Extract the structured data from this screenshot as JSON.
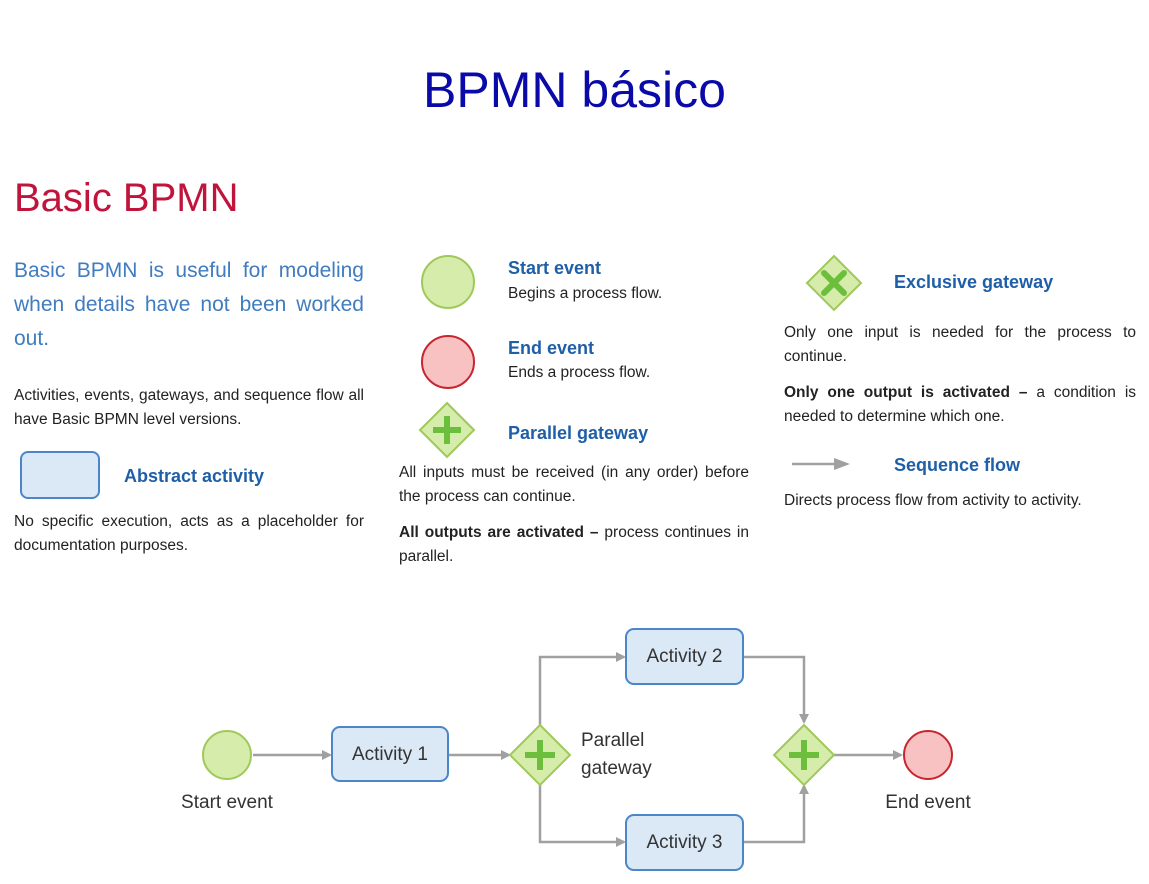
{
  "slide_title": "BPMN básico",
  "section_heading": "Basic BPMN",
  "intro": "Basic BPMN is useful for modeling when details have not been worked out.",
  "levels_text": "Activities, events, gateways, and sequence flow all have Basic BPMN level versions.",
  "abstract_activity": {
    "label": "Abstract activity",
    "description": "No specific execution, acts as a placeholder for documentation purposes."
  },
  "start_event": {
    "label": "Start event",
    "description": "Begins a process flow."
  },
  "end_event": {
    "label": "End event",
    "description": "Ends a process flow."
  },
  "parallel_gateway": {
    "label": "Parallel gateway",
    "description_1": "All inputs must be received (in any order) before the process can continue.",
    "description_2_bold": "All outputs are activated –",
    "description_2_rest": " process continues in parallel."
  },
  "exclusive_gateway": {
    "label": "Exclusive gateway",
    "description_1": "Only one input is needed for the process to continue.",
    "description_2_bold": "Only one output is activated –",
    "description_2_rest": " a condition is needed to determine which one."
  },
  "sequence_flow": {
    "label": "Sequence flow",
    "description": "Directs process flow from activity to activity."
  },
  "diagram": {
    "start_label": "Start event",
    "activity_1": "Activity 1",
    "activity_2": "Activity 2",
    "activity_3": "Activity 3",
    "gateway_label_line1": "Parallel",
    "gateway_label_line2": "gateway",
    "end_label": "End event"
  },
  "colors": {
    "title": "#0a0aa8",
    "heading": "#c0143c",
    "intro": "#3f7cc0",
    "label": "#1f5fa8",
    "activity_fill": "#dbe8f6",
    "activity_stroke": "#4a86c8",
    "start_fill": "#d6ecaa",
    "end_fill": "#f9c2c2",
    "end_stroke": "#c8262e",
    "gateway_fill": "#d6ecaa",
    "gateway_mark": "#6cbf3c",
    "flow": "#a0a0a0"
  }
}
